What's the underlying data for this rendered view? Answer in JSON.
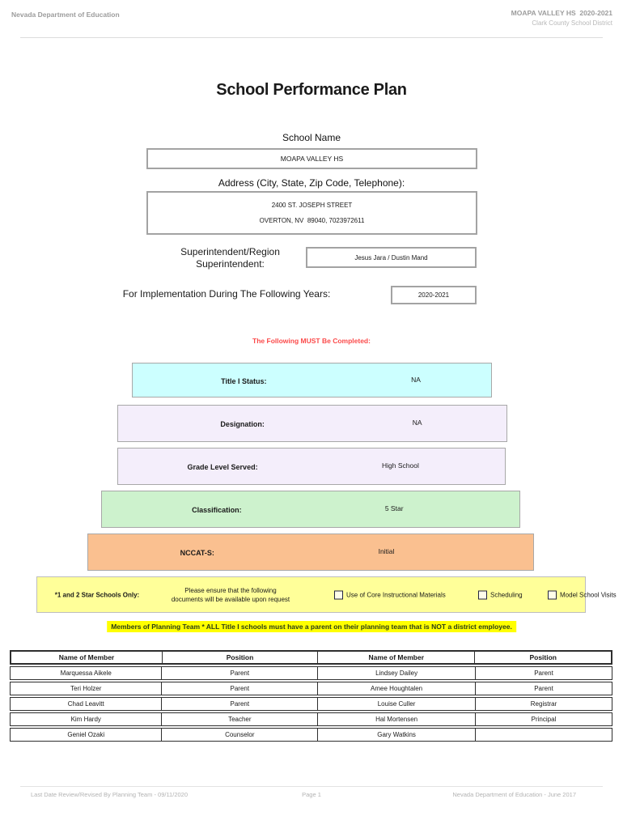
{
  "header": {
    "left": "Nevada Department of Education",
    "right_line1": "MOAPA VALLEY HS  2020-2021",
    "right_line2": "Clark County School District"
  },
  "title": "School Performance Plan",
  "form": {
    "school_name_label": "School Name",
    "school_name_value": "MOAPA VALLEY HS",
    "address_label": "Address (City, State, Zip Code, Telephone):",
    "address_line1": "2400 ST. JOSEPH STREET",
    "address_line2": "OVERTON, NV  89040, 7023972611",
    "superintendent_label_line1": "Superintendent/Region",
    "superintendent_label_line2": "Superintendent:",
    "superintendent_value": "Jesus Jara / Dustin Mand",
    "implementation_label": "For Implementation During The Following Years:",
    "implementation_value": "2020-2021"
  },
  "must_complete_notice": "The Following MUST Be Completed:",
  "status_rows": [
    {
      "label": "Title I Status:",
      "value": "NA",
      "color": "#ccffff"
    },
    {
      "label": "Designation:",
      "value": "NA",
      "color": "#f4eefb"
    },
    {
      "label": "Grade Level Served:",
      "value": "High School",
      "color": "#f4eefb"
    },
    {
      "label": "Classification:",
      "value": "5 Star",
      "color": "#cdf2cd"
    },
    {
      "label": "NCCAT-S:",
      "value": "Initial",
      "color": "#fac090"
    }
  ],
  "star_schools": {
    "label": "*1 and 2 Star Schools Only:",
    "note_line1": "Please ensure that the following",
    "note_line2": "documents will be available upon request",
    "checkboxes": [
      "Use of Core Instructional Materials",
      "Scheduling",
      "Model School Visits"
    ],
    "box_color": "#ffff99"
  },
  "planning_note": {
    "text": "Members of Planning Team * ALL Title I schools must have a parent on their planning team that is NOT a district employee.",
    "highlight_color": "#ffff00"
  },
  "members_table": {
    "headers": [
      "Name of Member",
      "Position",
      "Name of Member",
      "Position"
    ],
    "rows": [
      [
        "Marquessa Aikele",
        "Parent",
        "Lindsey Dailey",
        "Parent"
      ],
      [
        "Teri Holzer",
        "Parent",
        "Amee Houghtalen",
        "Parent"
      ],
      [
        "Chad Leavitt",
        "Parent",
        "Louise Culler",
        "Registrar"
      ],
      [
        "Kim Hardy",
        "Teacher",
        "Hal Mortensen",
        "Principal"
      ],
      [
        "Geniel Ozaki",
        "Counselor",
        "Gary Watkins",
        ""
      ]
    ]
  },
  "footer": {
    "left": "Last Date Review/Revised By Planning Team - 09/11/2020",
    "center": "Page 1",
    "right": "Nevada Department of Education - June 2017"
  },
  "colors": {
    "notice_red": "#fb4a4a"
  }
}
